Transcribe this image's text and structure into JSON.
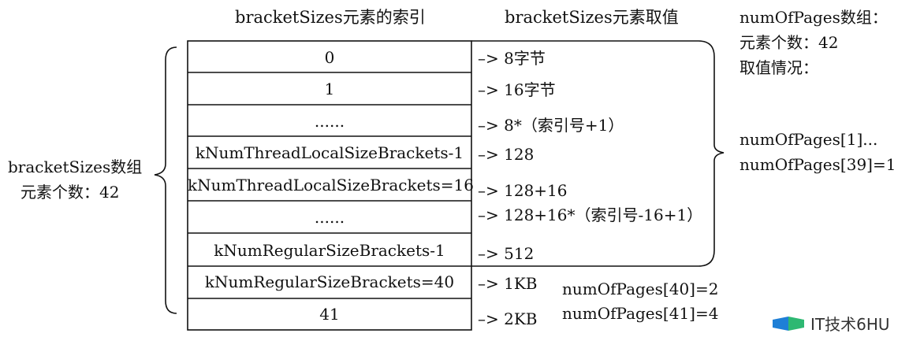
{
  "headers": {
    "index_column": "bracketSizes元素的索引",
    "value_column": "bracketSizes元素取值"
  },
  "left_label": {
    "line1": "bracketSizes数组",
    "line2": "元素个数：42"
  },
  "rows": [
    {
      "index": "0",
      "value": "–> 8字节"
    },
    {
      "index": "1",
      "value": "–> 16字节"
    },
    {
      "index": "......",
      "value": "–> 8*（索引号+1）"
    },
    {
      "index": "kNumThreadLocalSizeBrackets-1",
      "value": "–> 128"
    },
    {
      "index": "kNumThreadLocalSizeBrackets=16",
      "value": "–> 128+16"
    },
    {
      "index": "......",
      "value": "–> 128+16*（索引号-16+1）"
    },
    {
      "index": "kNumRegularSizeBrackets-1",
      "value": "–> 512"
    },
    {
      "index": "kNumRegularSizeBrackets=40",
      "value": "–> 1KB"
    },
    {
      "index": "41",
      "value": "–> 2KB"
    }
  ],
  "right_info": {
    "line1": "numOfPages数组：",
    "line2": "元素个数：42",
    "line3": "取值情况："
  },
  "pages_range": {
    "line1": "numOfPages[1]...",
    "line2": "numOfPages[39]=1"
  },
  "pages_40": "numOfPages[40]=2",
  "pages_41": "numOfPages[41]=4",
  "watermark": {
    "text": "IT技术6HU",
    "icon": "brand-logo-icon",
    "colors": {
      "blue": "#1e7fd6",
      "green": "#2eb872"
    }
  }
}
